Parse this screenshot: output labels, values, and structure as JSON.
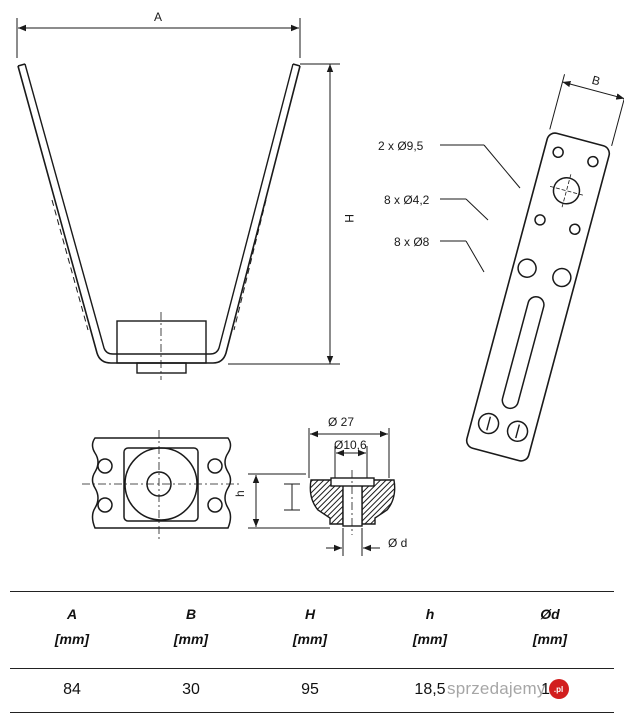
{
  "drawing": {
    "labels": {
      "A": "A",
      "H": "H",
      "B": "B",
      "h": "h",
      "hole_large": "2 x Ø9,5",
      "hole_small": "8 x Ø4,2",
      "hole_medium": "8 x Ø8",
      "dia_outer": "Ø 27",
      "dia_inner": "Ø10,6",
      "dia_d": "Ø d"
    }
  },
  "table": {
    "columns": [
      {
        "symbol": "A",
        "unit": "[mm]",
        "value": "84"
      },
      {
        "symbol": "B",
        "unit": "[mm]",
        "value": "30"
      },
      {
        "symbol": "H",
        "unit": "[mm]",
        "value": "95"
      },
      {
        "symbol": "h",
        "unit": "[mm]",
        "value": "18,5"
      },
      {
        "symbol": "Ød",
        "unit": "[mm]",
        "value": "10"
      }
    ]
  },
  "watermark": {
    "text": "sprzedajemy",
    "badge": ".pl"
  },
  "colors": {
    "line": "#1a1a1a",
    "watermark_badge": "#d21e1e"
  }
}
